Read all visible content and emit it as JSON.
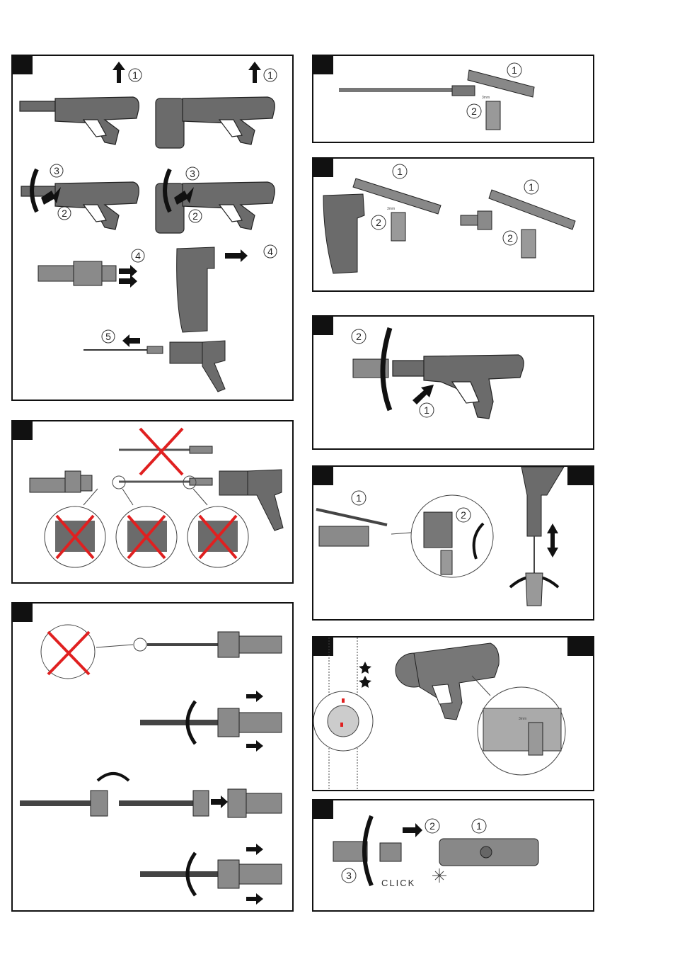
{
  "page": {
    "background": "#ffffff",
    "line_color": "#111111",
    "tool_color": "#6b6b6b",
    "cross_color": "#e02020"
  },
  "panels": {
    "p1": {
      "step_numbers": [
        "1",
        "1",
        "3",
        "2",
        "3",
        "2",
        "4",
        "4",
        "5"
      ]
    },
    "p4": {
      "step_numbers": [
        "1",
        "2"
      ],
      "cartridge_label": "3mm"
    },
    "p5": {
      "step_numbers": [
        "1",
        "2",
        "1",
        "2"
      ],
      "cartridge_label": "3mm"
    },
    "p6": {
      "step_numbers": [
        "2",
        "1"
      ]
    },
    "p7": {
      "step_numbers": [
        "1",
        "2"
      ]
    },
    "p8": {
      "cartridge_label": "3mm"
    },
    "p9": {
      "step_numbers": [
        "2",
        "1",
        "3"
      ],
      "click_label": "CLICK"
    }
  }
}
